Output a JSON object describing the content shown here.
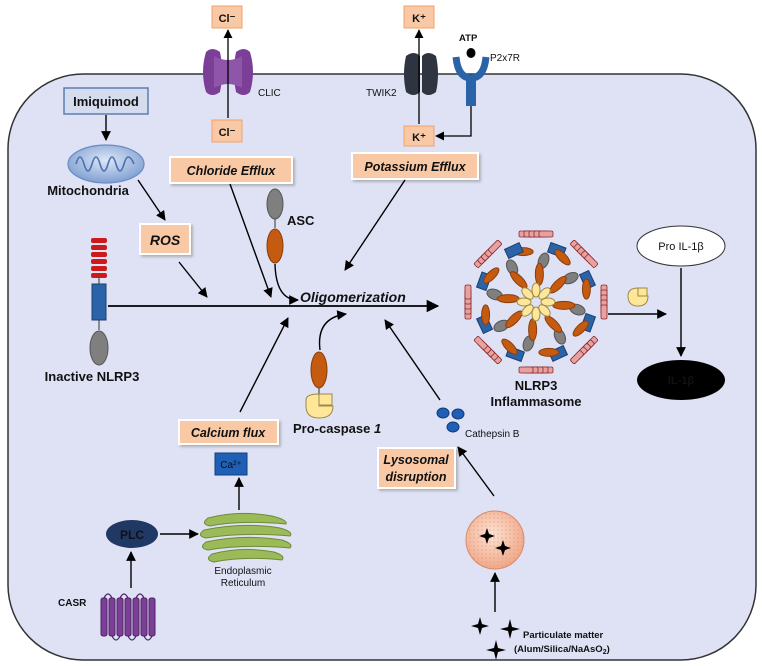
{
  "labels": {
    "cl_out": "Cl⁻",
    "cl_in": "Cl⁻",
    "k_out": "K⁺",
    "k_in": "K⁺",
    "clic": "CLIC",
    "twik2": "TWIK2",
    "atp": "ATP",
    "p2x7r": "P2x7R",
    "imiquimod": "Imiquimod",
    "mitochondria": "Mitochondria",
    "ros": "ROS",
    "chloride_efflux": "Chloride Efflux",
    "potassium_efflux": "Potassium Efflux",
    "asc": "ASC",
    "oligomerization": "Oligomerization",
    "inactive_nlrp3": "Inactive NLRP3",
    "procaspase": "Pro-caspase ",
    "procaspase_num": "1",
    "nlrp3_line1": "NLRP3",
    "nlrp3_line2": "Inflammasome",
    "pro_il1b": "Pro IL-1β",
    "il1b": "IL-1β",
    "calcium_flux": "Calcium flux",
    "ca2": "Ca²⁺",
    "cathepsin": "Cathepsin B",
    "lysosomal_line1": "Lysosomal",
    "lysosomal_line2": "disruption",
    "plc": "PLC",
    "er_line1": "Endoplasmic",
    "er_line2": "Reticulum",
    "casr": "CASR",
    "particulate_line1": "Particulate matter",
    "particulate_line2": "(Alum/Silica/NaAsO",
    "particulate_sub": "2",
    "particulate_end": ")"
  },
  "colors": {
    "cell_fill": "#dfe2f5",
    "cell_stroke": "#333333",
    "salmon_box": "#f9c9a6",
    "salmon_stroke": "#f3a06a",
    "imiquimod_fill": "#d4dcee",
    "imiquimod_stroke": "#5b7fb4",
    "nlrp3_blue": "#2a63a8",
    "nlrp3_red": "#cc1a1a",
    "asc_orange": "#c55a11",
    "grey": "#7f7f7f",
    "yellow": "#ffe699",
    "channel_purple": "#7b3f97",
    "twik_dark": "#2e3440",
    "ca_blue": "#1f5fb5",
    "er_green": "#9bbb59",
    "plc_navy": "#1f3864",
    "lysosome_fill": "#f6c2a7"
  }
}
